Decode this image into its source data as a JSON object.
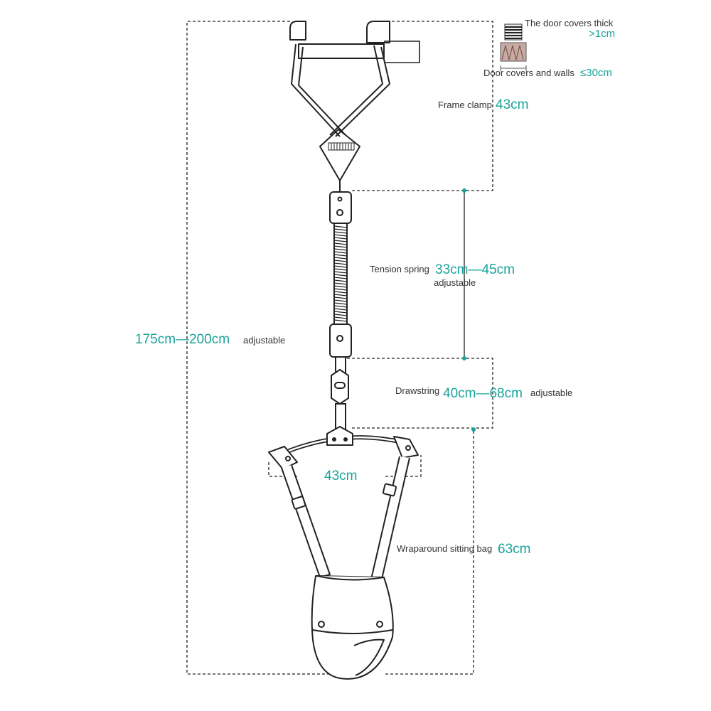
{
  "colors": {
    "accent": "#1aa39a",
    "line": "#222222",
    "text": "#333333",
    "background": "#ffffff"
  },
  "inset": {
    "thickness_label": "The door covers thick",
    "thickness_value": ">1cm",
    "gap_label": "Door covers and walls",
    "gap_value": "≤30cm"
  },
  "frame_clamp": {
    "label": "Frame clamp",
    "value": "43cm"
  },
  "tension_spring": {
    "label": "Tension spring",
    "value": "33cm—45cm",
    "note": "adjustable"
  },
  "total_height": {
    "value": "175cm—200cm",
    "note": "adjustable"
  },
  "drawstring": {
    "label": "Drawstring",
    "value": "40cm—68cm",
    "note": "adjustable"
  },
  "seat_width": {
    "value": "43cm"
  },
  "sitting_bag": {
    "label": "Wraparound sitting bag",
    "value": "63cm"
  }
}
